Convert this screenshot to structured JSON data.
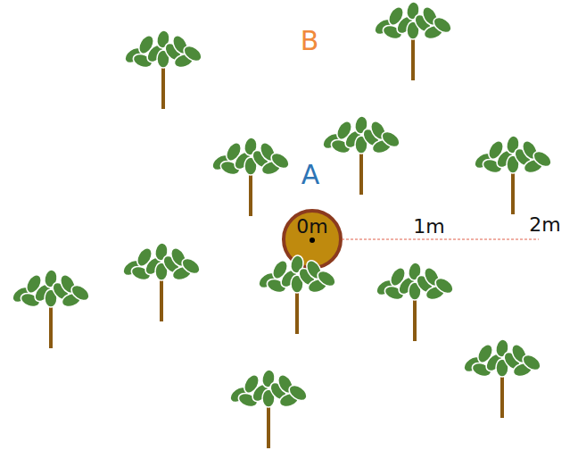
{
  "diagram": {
    "nodes": [
      {
        "text": [
          "B"
        ]
      },
      {
        "text": [
          "A"
        ],
        "in": 0
      }
    ],
    "labels": [
      "0m",
      "1m",
      "2m"
    ]
  }
}
